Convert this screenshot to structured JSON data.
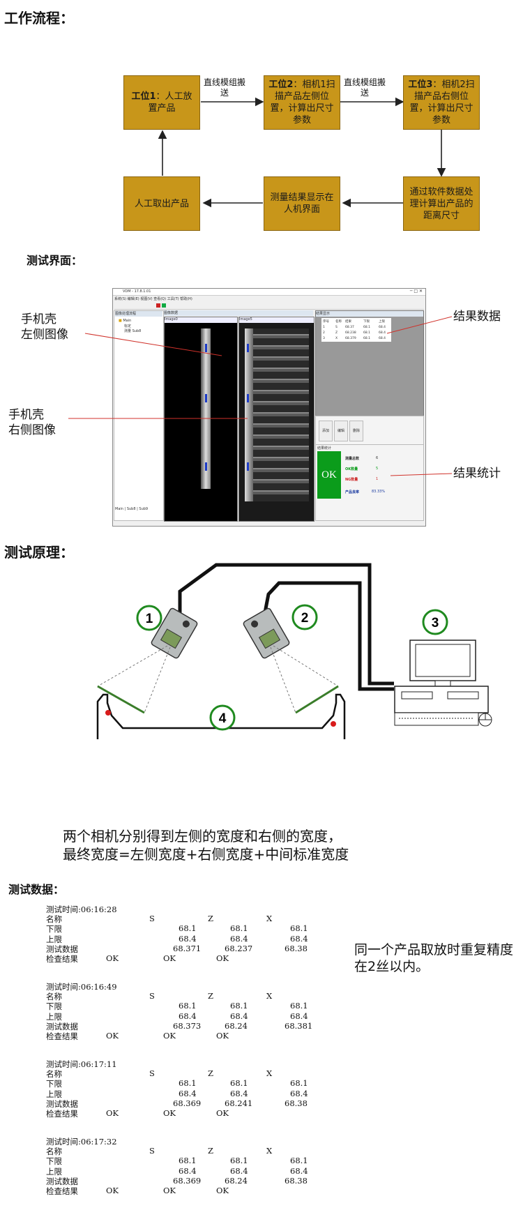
{
  "sections": {
    "workflow_title": "工作流程：",
    "ui_title": "测试界面：",
    "principle_title": "测试原理：",
    "data_title": "测试数据："
  },
  "workflow": {
    "station1_bold": "工位1",
    "station1_text": "：人工放置产品",
    "station2_bold": "工位2",
    "station2_text": "：相机1扫描产品左侧位置，计算出尺寸参数",
    "station3_bold": "工位3",
    "station3_text": "：相机2扫描产品右侧位置，计算出尺寸参数",
    "calc": "通过软件数据处理计算出产品的距离尺寸",
    "display": "测量结果显示在人机界面",
    "remove": "人工取出产品",
    "transport1": "直线模组搬送",
    "transport2": "直线模组搬送"
  },
  "ui_callouts": {
    "left_image": "手机壳\n左侧图像",
    "right_image": "手机壳\n右侧图像",
    "result_data": "结果数据",
    "result_stats": "结果统计"
  },
  "shot": {
    "title": "VDM - 17.8.1.01",
    "menu": "系统(S)  编辑(E)  视图(V)  查看(Q)  工具(T)  帮助(H)",
    "tree_title": "图像处理流程",
    "tree_main": "Main",
    "tree_item1": "标定",
    "tree_item2": "测量 Sub8",
    "tab1": "Main",
    "tab2": "Sub8",
    "tab3": "Sub9",
    "image_panel": "图像数据",
    "image_left": "Image0",
    "image_right": "Image5",
    "result_panel": "结果显示",
    "table_headers": [
      "序号",
      "名称",
      "结果",
      "下限",
      "上限"
    ],
    "table_rows": [
      [
        "1",
        "S",
        "68.37",
        "68.1",
        "68.4"
      ],
      [
        "2",
        "Z",
        "68.238",
        "68.1",
        "68.4"
      ],
      [
        "3",
        "X",
        "68.379",
        "68.1",
        "68.4"
      ]
    ],
    "btn_add": "添加",
    "btn_edit": "编辑",
    "btn_delete": "删除",
    "stat_panel": "结果统计",
    "ok": "OK",
    "stat_total_label": "测量总数",
    "stat_total": "6",
    "stat_ok_label": "OK数量",
    "stat_ok": "5",
    "stat_ng_label": "NG数量",
    "stat_ng": "1",
    "stat_yield_label": "产品良率",
    "stat_yield": "83.33%"
  },
  "principle": {
    "n1": "1",
    "n2": "2",
    "n3": "3",
    "n4": "4",
    "line1": "两个相机分别得到左侧的宽度和右侧的宽度，",
    "line2": "最终宽度=左侧宽度+右侧宽度+中间标准宽度"
  },
  "test_data": {
    "col_s": "S",
    "col_z": "Z",
    "col_x": "X",
    "lbl_name": "名称",
    "lbl_lower": "下限",
    "lbl_upper": "上限",
    "lbl_data": "测试数据",
    "lbl_result": "检查结果",
    "records": [
      {
        "time": "测试时间:06:16:28",
        "lower": [
          "68.1",
          "68.1",
          "68.1"
        ],
        "upper": [
          "68.4",
          "68.4",
          "68.4"
        ],
        "data": [
          "68.371",
          "68.237",
          "68.38"
        ],
        "result": [
          "OK",
          "OK",
          "OK"
        ]
      },
      {
        "time": "测试时间:06:16:49",
        "lower": [
          "68.1",
          "68.1",
          "68.1"
        ],
        "upper": [
          "68.4",
          "68.4",
          "68.4"
        ],
        "data": [
          "68.373",
          "68.24",
          "68.381"
        ],
        "result": [
          "OK",
          "OK",
          "OK"
        ]
      },
      {
        "time": "测试时间:06:17:11",
        "lower": [
          "68.1",
          "68.1",
          "68.1"
        ],
        "upper": [
          "68.4",
          "68.4",
          "68.4"
        ],
        "data": [
          "68.369",
          "68.241",
          "68.38"
        ],
        "result": [
          "OK",
          "OK",
          "OK"
        ]
      },
      {
        "time": "测试时间:06:17:32",
        "lower": [
          "68.1",
          "68.1",
          "68.1"
        ],
        "upper": [
          "68.4",
          "68.4",
          "68.4"
        ],
        "data": [
          "68.369",
          "68.24",
          "68.38"
        ],
        "result": [
          "OK",
          "OK",
          "OK"
        ]
      }
    ],
    "note": "同一个产品取放时重复精度在2丝以内。"
  },
  "colors": {
    "box": "#c8961a",
    "ok_green": "#0b9c1b",
    "callout_line": "#d0322b"
  }
}
